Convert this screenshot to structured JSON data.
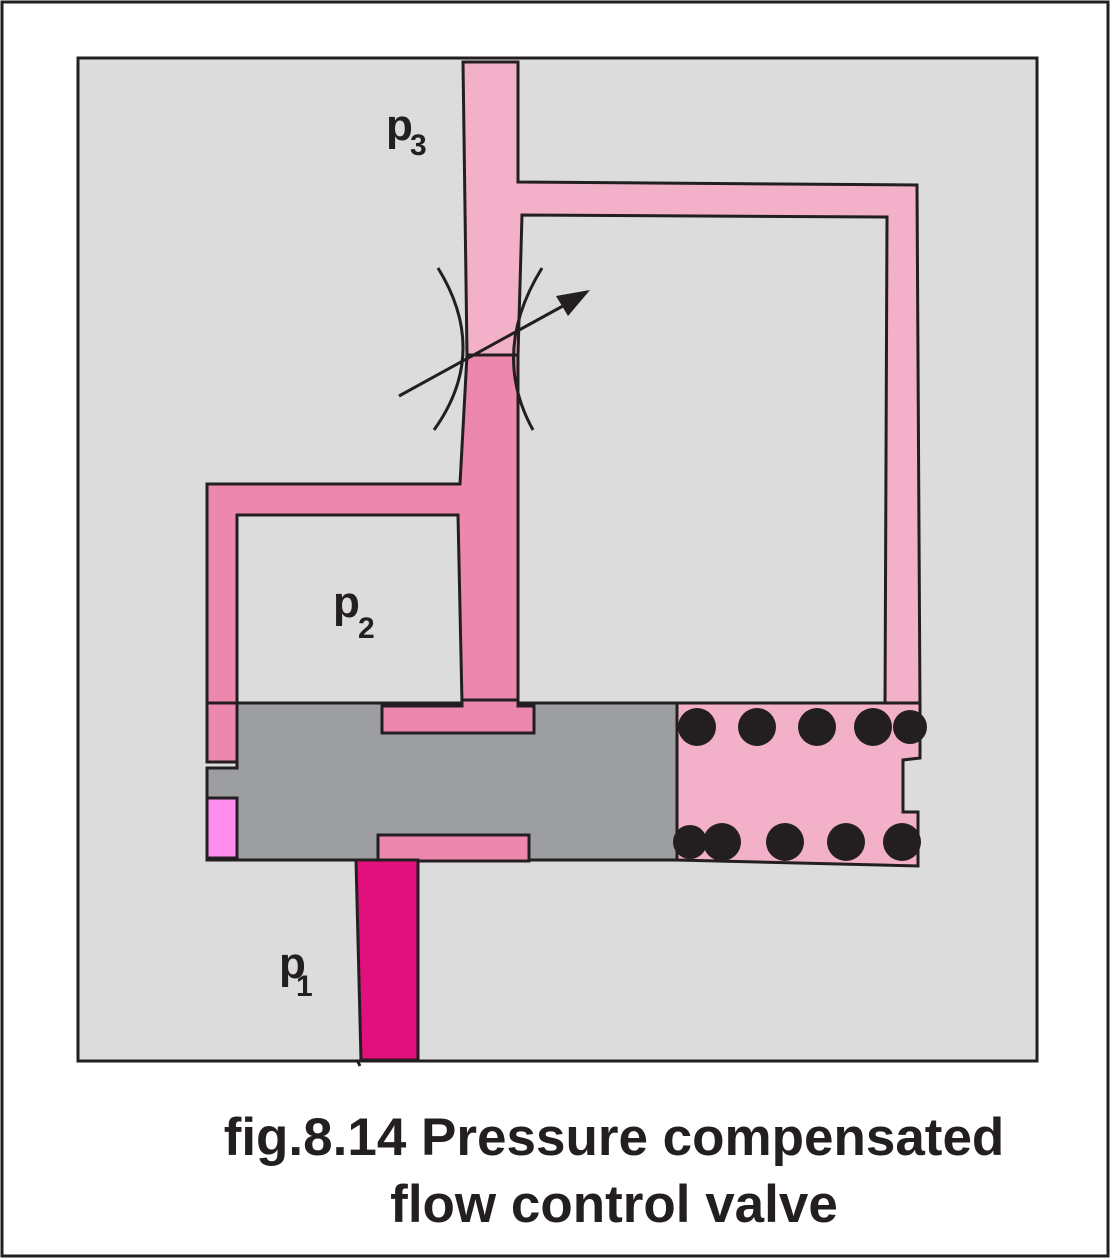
{
  "labels": {
    "p3": {
      "main": "p",
      "sub": "3"
    },
    "p2": {
      "main": "p",
      "sub": "2"
    },
    "p1": {
      "main": "p",
      "sub": "1"
    }
  },
  "caption": {
    "line1": "fig.8.14 Pressure compensated",
    "line2": "flow control valve"
  },
  "colors": {
    "background_panel": "#dcdcdc",
    "p3_line": "#f3b1c9",
    "p2_line": "#ec88ad",
    "p1_line": "#e2107c",
    "spool": "#9c9ea2",
    "small_chamber": "#ff8ef0",
    "spring_dots": "#231f20",
    "outline": "#231f20"
  }
}
